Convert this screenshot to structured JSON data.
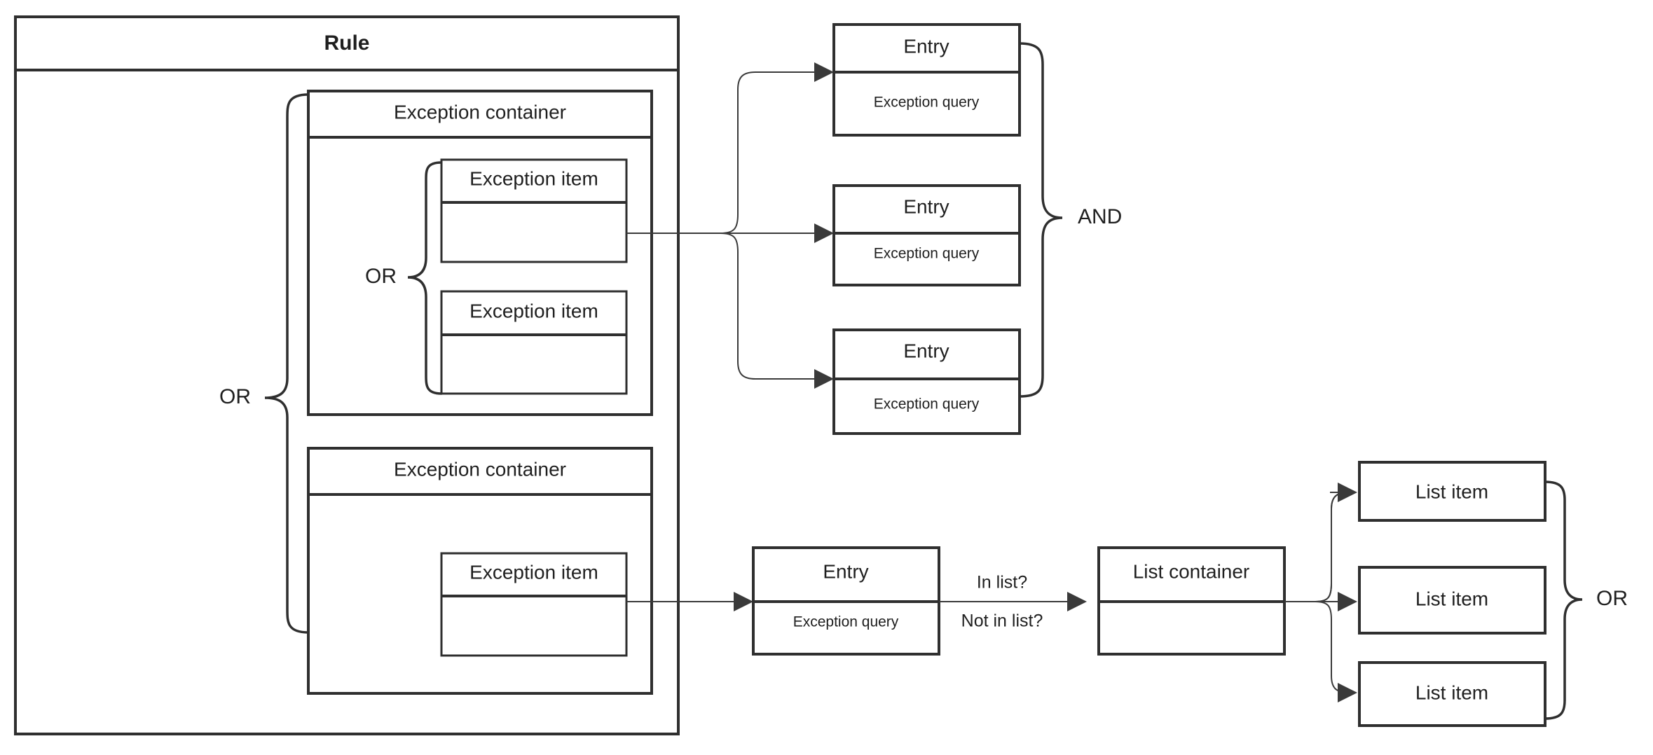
{
  "diagram": {
    "title": "Rule",
    "background_color": "#ffffff",
    "stroke_color": "#2f2f2f",
    "connector_color": "#3a3a3a",
    "text_color": "#1f1f1f"
  },
  "rule": {
    "label": "Rule",
    "operator": "OR"
  },
  "exception_containers": [
    {
      "label": "Exception container",
      "operator": "OR",
      "items": [
        {
          "label": "Exception item",
          "body": ""
        },
        {
          "label": "Exception item",
          "body": ""
        }
      ]
    },
    {
      "label": "Exception container",
      "operator": "",
      "items": [
        {
          "label": "Exception item",
          "body": ""
        }
      ]
    }
  ],
  "entries_top": {
    "operator": "AND",
    "items": [
      {
        "title": "Entry",
        "body": "Exception query"
      },
      {
        "title": "Entry",
        "body": "Exception query"
      },
      {
        "title": "Entry",
        "body": "Exception query"
      }
    ]
  },
  "entry_bottom": {
    "title": "Entry",
    "body": "Exception query"
  },
  "edge_labels": {
    "in_list": "In list?",
    "not_in_list": "Not in list?"
  },
  "list_container": {
    "title": "List container",
    "body": "",
    "operator": "OR",
    "items": [
      {
        "label": "List item"
      },
      {
        "label": "List item"
      },
      {
        "label": "List item"
      }
    ]
  }
}
